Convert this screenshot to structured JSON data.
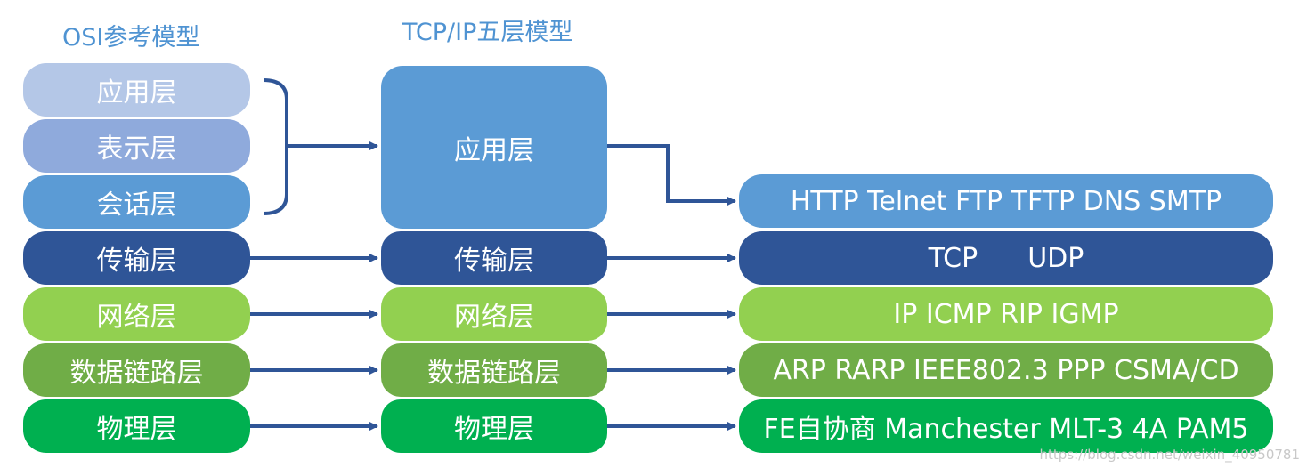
{
  "titles": {
    "osi": "OSI参考模型",
    "tcpip": "TCP/IP五层模型"
  },
  "osi_layers": [
    "应用层",
    "表示层",
    "会话层",
    "传输层",
    "网络层",
    "数据链路层",
    "物理层"
  ],
  "tcpip_layers": [
    "应用层",
    "传输层",
    "网络层",
    "数据链路层",
    "物理层"
  ],
  "protocols": {
    "application": "HTTP Telnet FTP TFTP DNS SMTP",
    "transport": [
      "TCP",
      "UDP"
    ],
    "network": "IP ICMP RIP IGMP",
    "datalink": "ARP RARP IEEE802.3 PPP CSMA/CD",
    "physical": "FE自协商 Manchester MLT-3 4A PAM5"
  },
  "watermark": "https://blog.csdn.net/weixin_40950781",
  "colors": {
    "title": "#4f93d2",
    "application_light": "#b4c7e7",
    "presentation": "#8faadc",
    "session": "#5b9bd5",
    "transport": "#2f5597",
    "network": "#92d050",
    "datalink": "#70ad47",
    "physical": "#00b050",
    "arrow": "#2f5597"
  }
}
